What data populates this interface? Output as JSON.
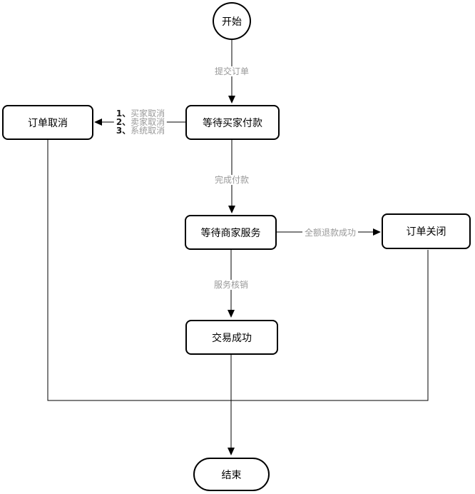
{
  "diagram": {
    "title": "order-state-flowchart",
    "colors": {
      "stroke": "#000000",
      "node_fill": "#ffffff",
      "node_border": "#000000",
      "edge_label_gray": "#999999"
    },
    "nodes": {
      "start": {
        "label": "开始",
        "shape": "circle"
      },
      "wait_payment": {
        "label": "等待买家付款",
        "shape": "rounded-rect"
      },
      "order_cancel": {
        "label": "订单取消",
        "shape": "rounded-rect"
      },
      "wait_service": {
        "label": "等待商家服务",
        "shape": "rounded-rect"
      },
      "order_close": {
        "label": "订单关闭",
        "shape": "rounded-rect"
      },
      "trade_success": {
        "label": "交易成功",
        "shape": "rounded-rect"
      },
      "end": {
        "label": "结束",
        "shape": "stadium"
      }
    },
    "edge_labels": {
      "submit_order": "提交订单",
      "complete_payment": "完成付款",
      "full_refund_success": "全额退款成功",
      "service_verification": "服务核销",
      "cancel_reasons": [
        {
          "num": "1、",
          "text": "买家取消"
        },
        {
          "num": "2、",
          "text": "卖家取消"
        },
        {
          "num": "3、",
          "text": "系统取消"
        }
      ]
    },
    "edges": [
      {
        "from": "start",
        "to": "wait_payment",
        "label": "提交订单"
      },
      {
        "from": "wait_payment",
        "to": "order_cancel",
        "label": "1、买家取消 2、卖家取消 3、系统取消"
      },
      {
        "from": "wait_payment",
        "to": "wait_service",
        "label": "完成付款"
      },
      {
        "from": "wait_service",
        "to": "order_close",
        "label": "全额退款成功"
      },
      {
        "from": "wait_service",
        "to": "trade_success",
        "label": "服务核销"
      },
      {
        "from": "trade_success",
        "to": "end",
        "label": ""
      },
      {
        "from": "order_cancel",
        "to": "end",
        "label": ""
      },
      {
        "from": "order_close",
        "to": "end",
        "label": ""
      }
    ]
  }
}
